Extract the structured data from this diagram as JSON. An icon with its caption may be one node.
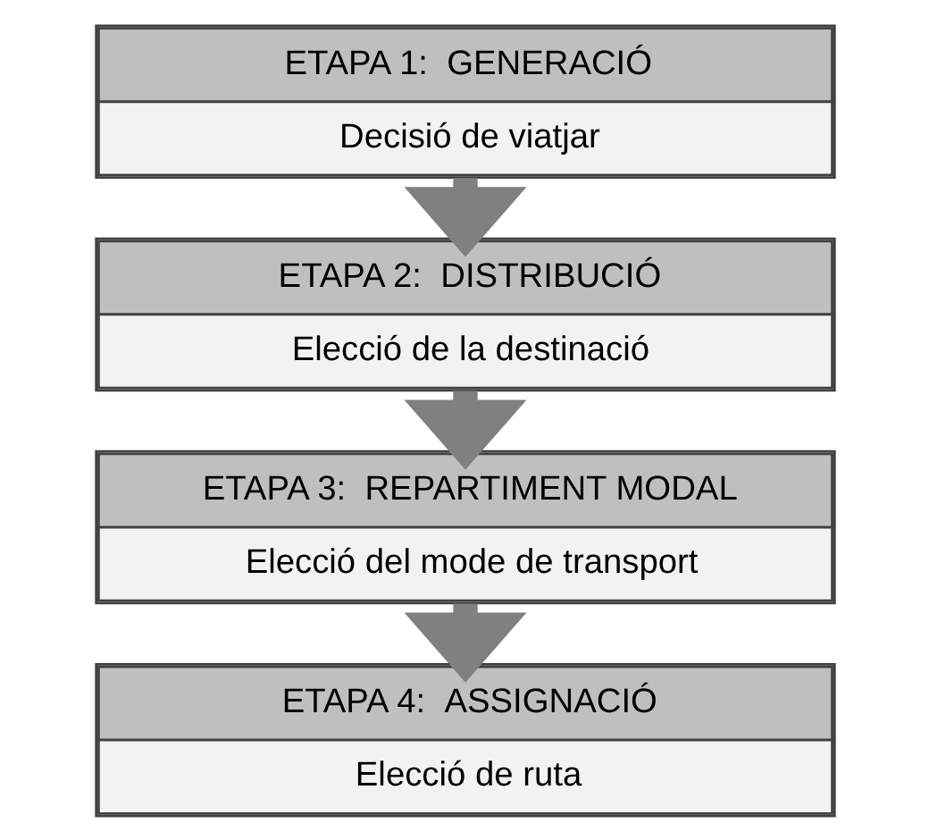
{
  "diagram": {
    "nodes": [
      {
        "text": [
          "ETAPA 1:  GENERACIÓ",
          "Decisió de viatjar"
        ]
      },
      {
        "text": [
          "ETAPA 2:  DISTRIBUCIÓ",
          "Elecció de la destinació"
        ]
      },
      {
        "text": [
          "ETAPA 3:  REPARTIMENT MODAL",
          "Elecció del mode de transport"
        ]
      },
      {
        "text": [
          "ETAPA 4:  ASSIGNACIÓ",
          "Elecció de ruta"
        ]
      }
    ],
    "edges": [
      {
        "from": 0,
        "to": 1,
        "arrow": "to"
      },
      {
        "from": 1,
        "to": 2,
        "arrow": "to"
      },
      {
        "from": 2,
        "to": 3,
        "arrow": "to"
      }
    ]
  }
}
